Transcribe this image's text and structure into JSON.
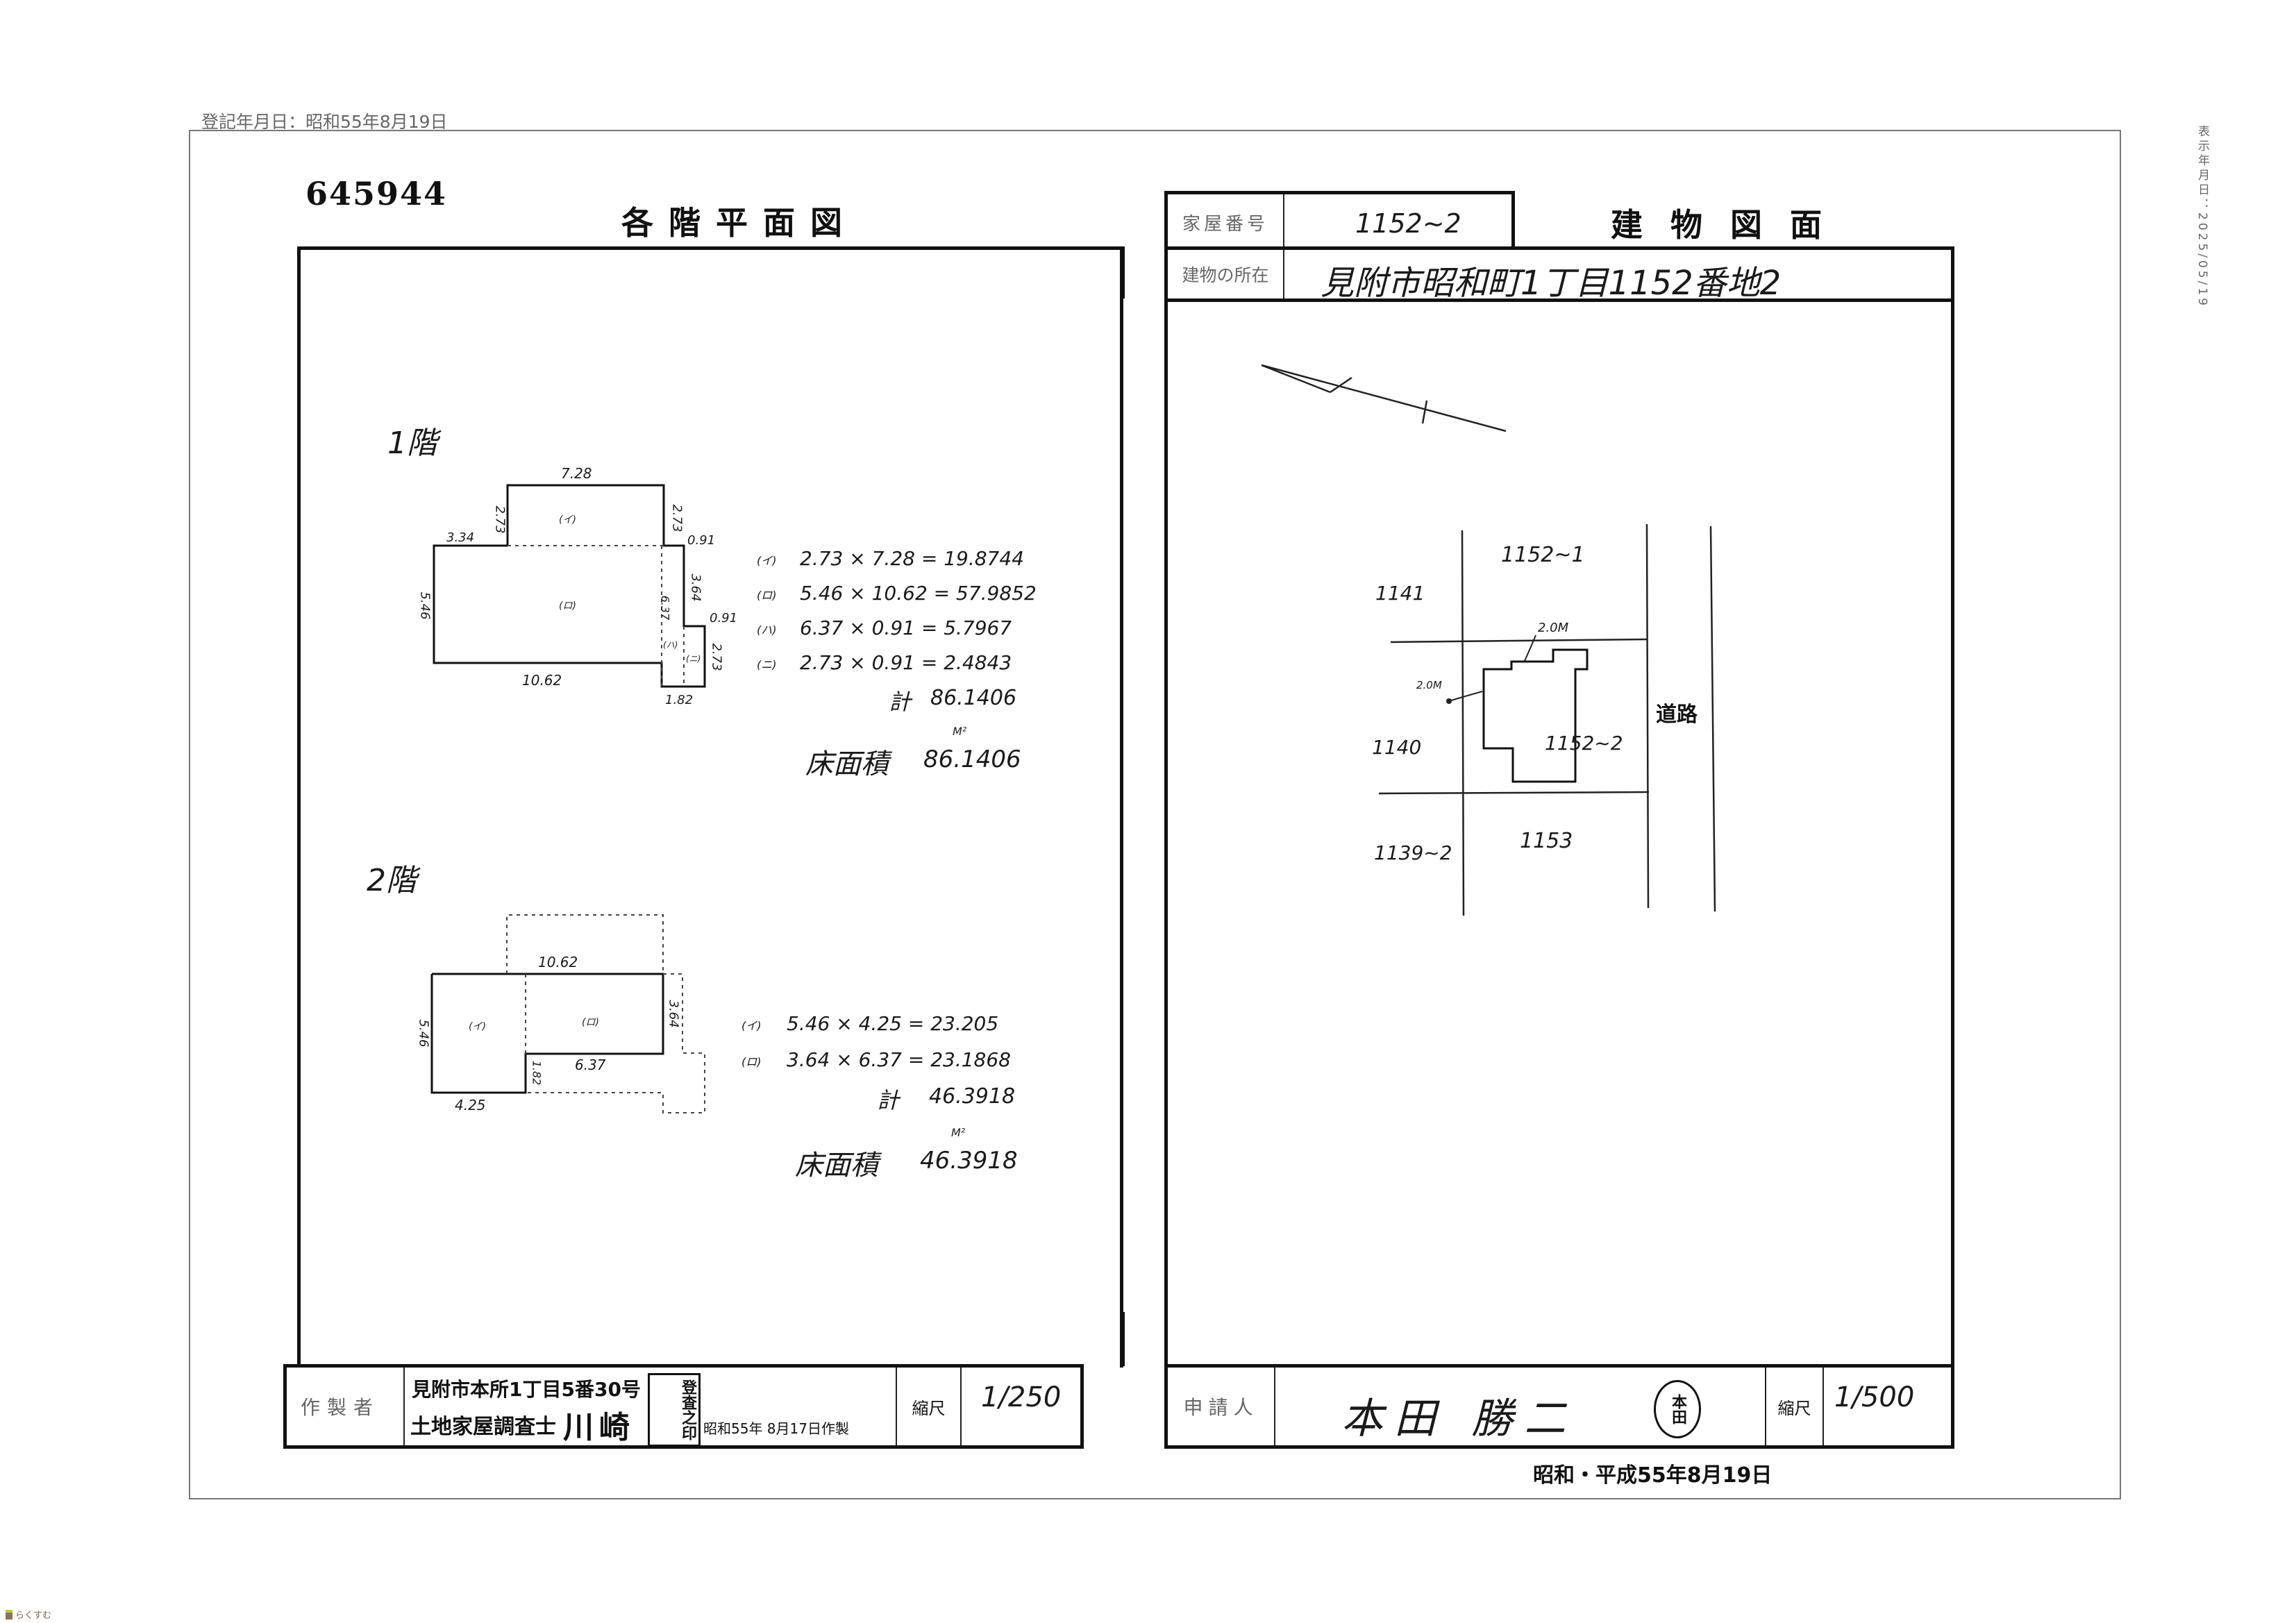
{
  "header": {
    "registration_date": "登記年月日：昭和55年8月19日",
    "display_date": "表示年月日：2025/05/19"
  },
  "document_number": "645944",
  "left_title": "各階平面図",
  "right_title": "建物図面",
  "house_number": {
    "label": "家屋番号",
    "value": "1152~2"
  },
  "location": {
    "label": "建物の所在",
    "value": "見附市昭和町1丁目1152番地2"
  },
  "floor1": {
    "title": "1階",
    "dims": [
      "7.28",
      "2.73",
      "2.73",
      "3.34",
      "0.91",
      "5.46",
      "3.64",
      "6.37",
      "0.91",
      "2.73",
      "10.62",
      "1.82"
    ],
    "rooms": [
      "(イ)",
      "(ロ)",
      "(ハ)",
      "(ニ)"
    ],
    "calc": [
      {
        "label": "(イ)",
        "expr": "2.73 × 7.28 = 19.8744"
      },
      {
        "label": "(ロ)",
        "expr": "5.46 × 10.62 = 57.9852"
      },
      {
        "label": "(ハ)",
        "expr": "6.37 × 0.91 = 5.7967"
      },
      {
        "label": "(ニ)",
        "expr": "2.73 × 0.91 = 2.4843"
      }
    ],
    "total_label": "計",
    "total": "86.1406",
    "area_label": "床面積",
    "unit": "M²",
    "area": "86.1406"
  },
  "floor2": {
    "title": "2階",
    "dims": [
      "10.62",
      "5.46",
      "3.64",
      "6.37",
      "1.82",
      "4.25"
    ],
    "rooms": [
      "(イ)",
      "(ロ)"
    ],
    "calc": [
      {
        "label": "(イ)",
        "expr": "5.46 × 4.25 = 23.205"
      },
      {
        "label": "(ロ)",
        "expr": "3.64 × 6.37 = 23.1868"
      }
    ],
    "total_label": "計",
    "total": "46.3918",
    "area_label": "床面積",
    "unit": "M²",
    "area": "46.3918"
  },
  "site": {
    "lots": [
      "1152~1",
      "1141",
      "1140",
      "1139~2",
      "1153",
      "1152~2"
    ],
    "road": "道路",
    "distances": [
      "2.0M",
      "2.0M"
    ]
  },
  "footer_left": {
    "maker_label": "作製者",
    "maker_address": "見附市本所1丁目5番30号",
    "maker_title": "土地家屋調査士",
    "maker_name": "川崎",
    "seal_text": "登査之印",
    "made_date": "昭和55年 8月17日作製",
    "scale_label": "縮尺",
    "scale": "1/250"
  },
  "footer_right": {
    "applicant_label": "申請人",
    "applicant_name": "本田 勝二",
    "seal_text": "本田",
    "scale_label": "縮尺",
    "scale": "1/500"
  },
  "received_date": "昭和・平成55年8月19日",
  "brand": "らくすむ"
}
